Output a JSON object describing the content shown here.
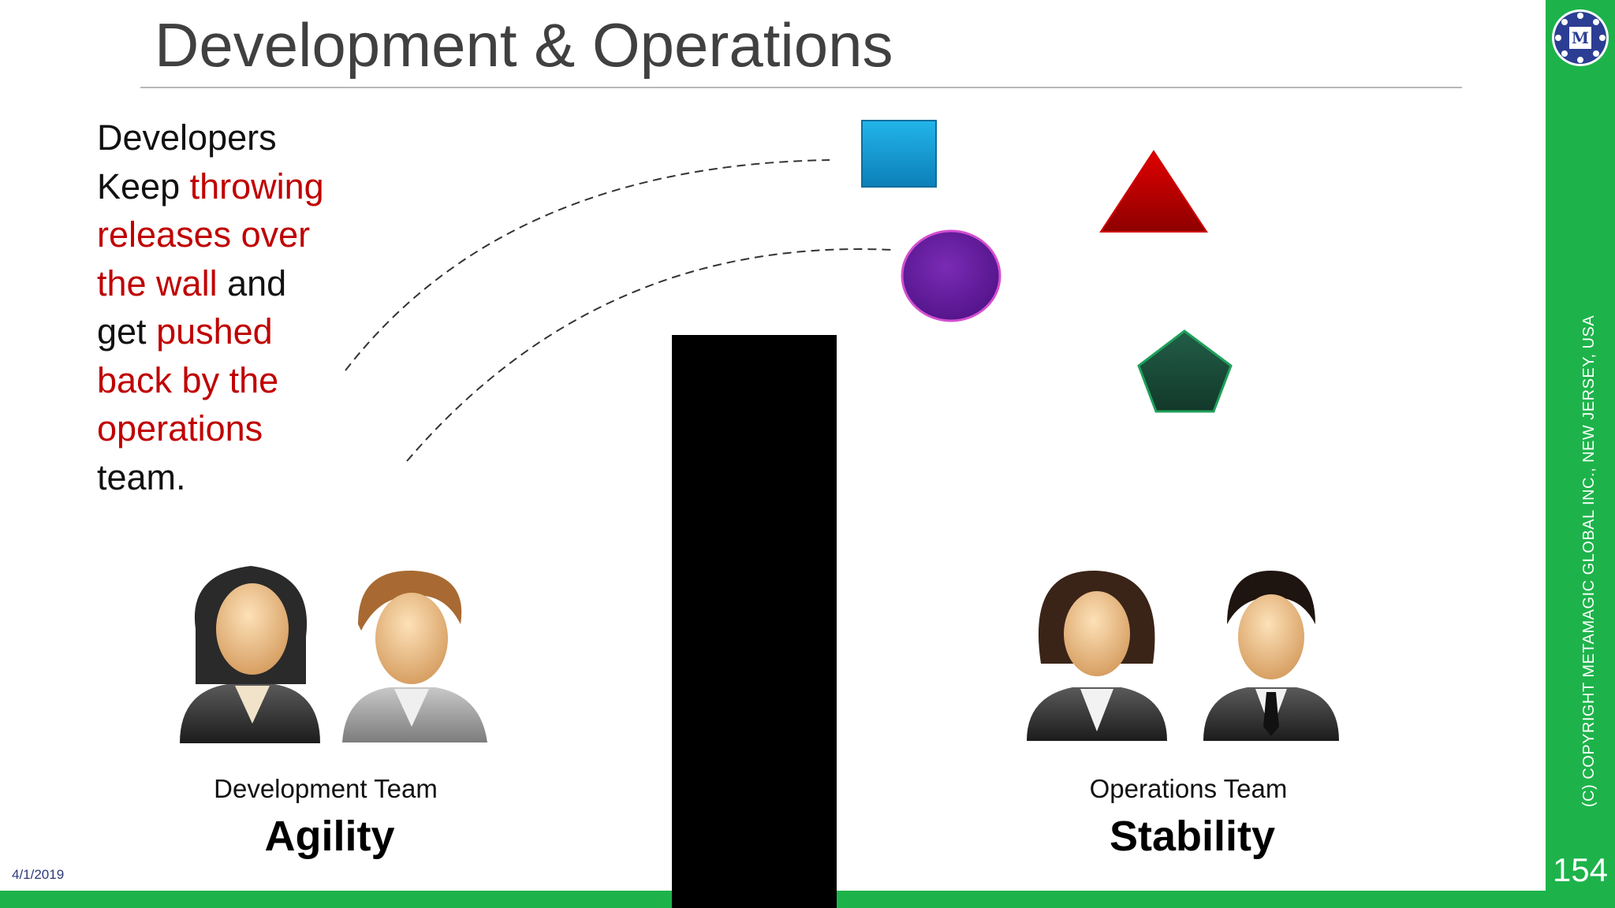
{
  "slide": {
    "title": "Development & Operations",
    "date": "4/1/2019",
    "number": "154",
    "copyright": "(C) COPYRIGHT METAMAGIC GLOBAL INC., NEW JERSEY, USA",
    "logo_letter": "M"
  },
  "body": {
    "line1": "Developers",
    "line2a": "Keep ",
    "line2b": "throwing",
    "line3": "releases over",
    "line4a": "the wall",
    "line4b": " and",
    "line5a": "get ",
    "line5b": "pushed",
    "line6": "back by the",
    "line7": "operations",
    "line8": "team."
  },
  "teams": {
    "dev_label": "Development Team",
    "dev_value": "Agility",
    "ops_label": "Operations Team",
    "ops_value": "Stability"
  },
  "colors": {
    "accent_green": "#1db34a",
    "highlight_red": "#c00000",
    "square_blue": "#1aa3dc",
    "circle_purple": "#6a1fa0",
    "triangle_red": "#c40000",
    "pentagon_green": "#1b4d3a"
  },
  "icons": [
    "logo-icon",
    "square-shape-icon",
    "circle-shape-icon",
    "triangle-shape-icon",
    "pentagon-shape-icon",
    "person-icon"
  ]
}
